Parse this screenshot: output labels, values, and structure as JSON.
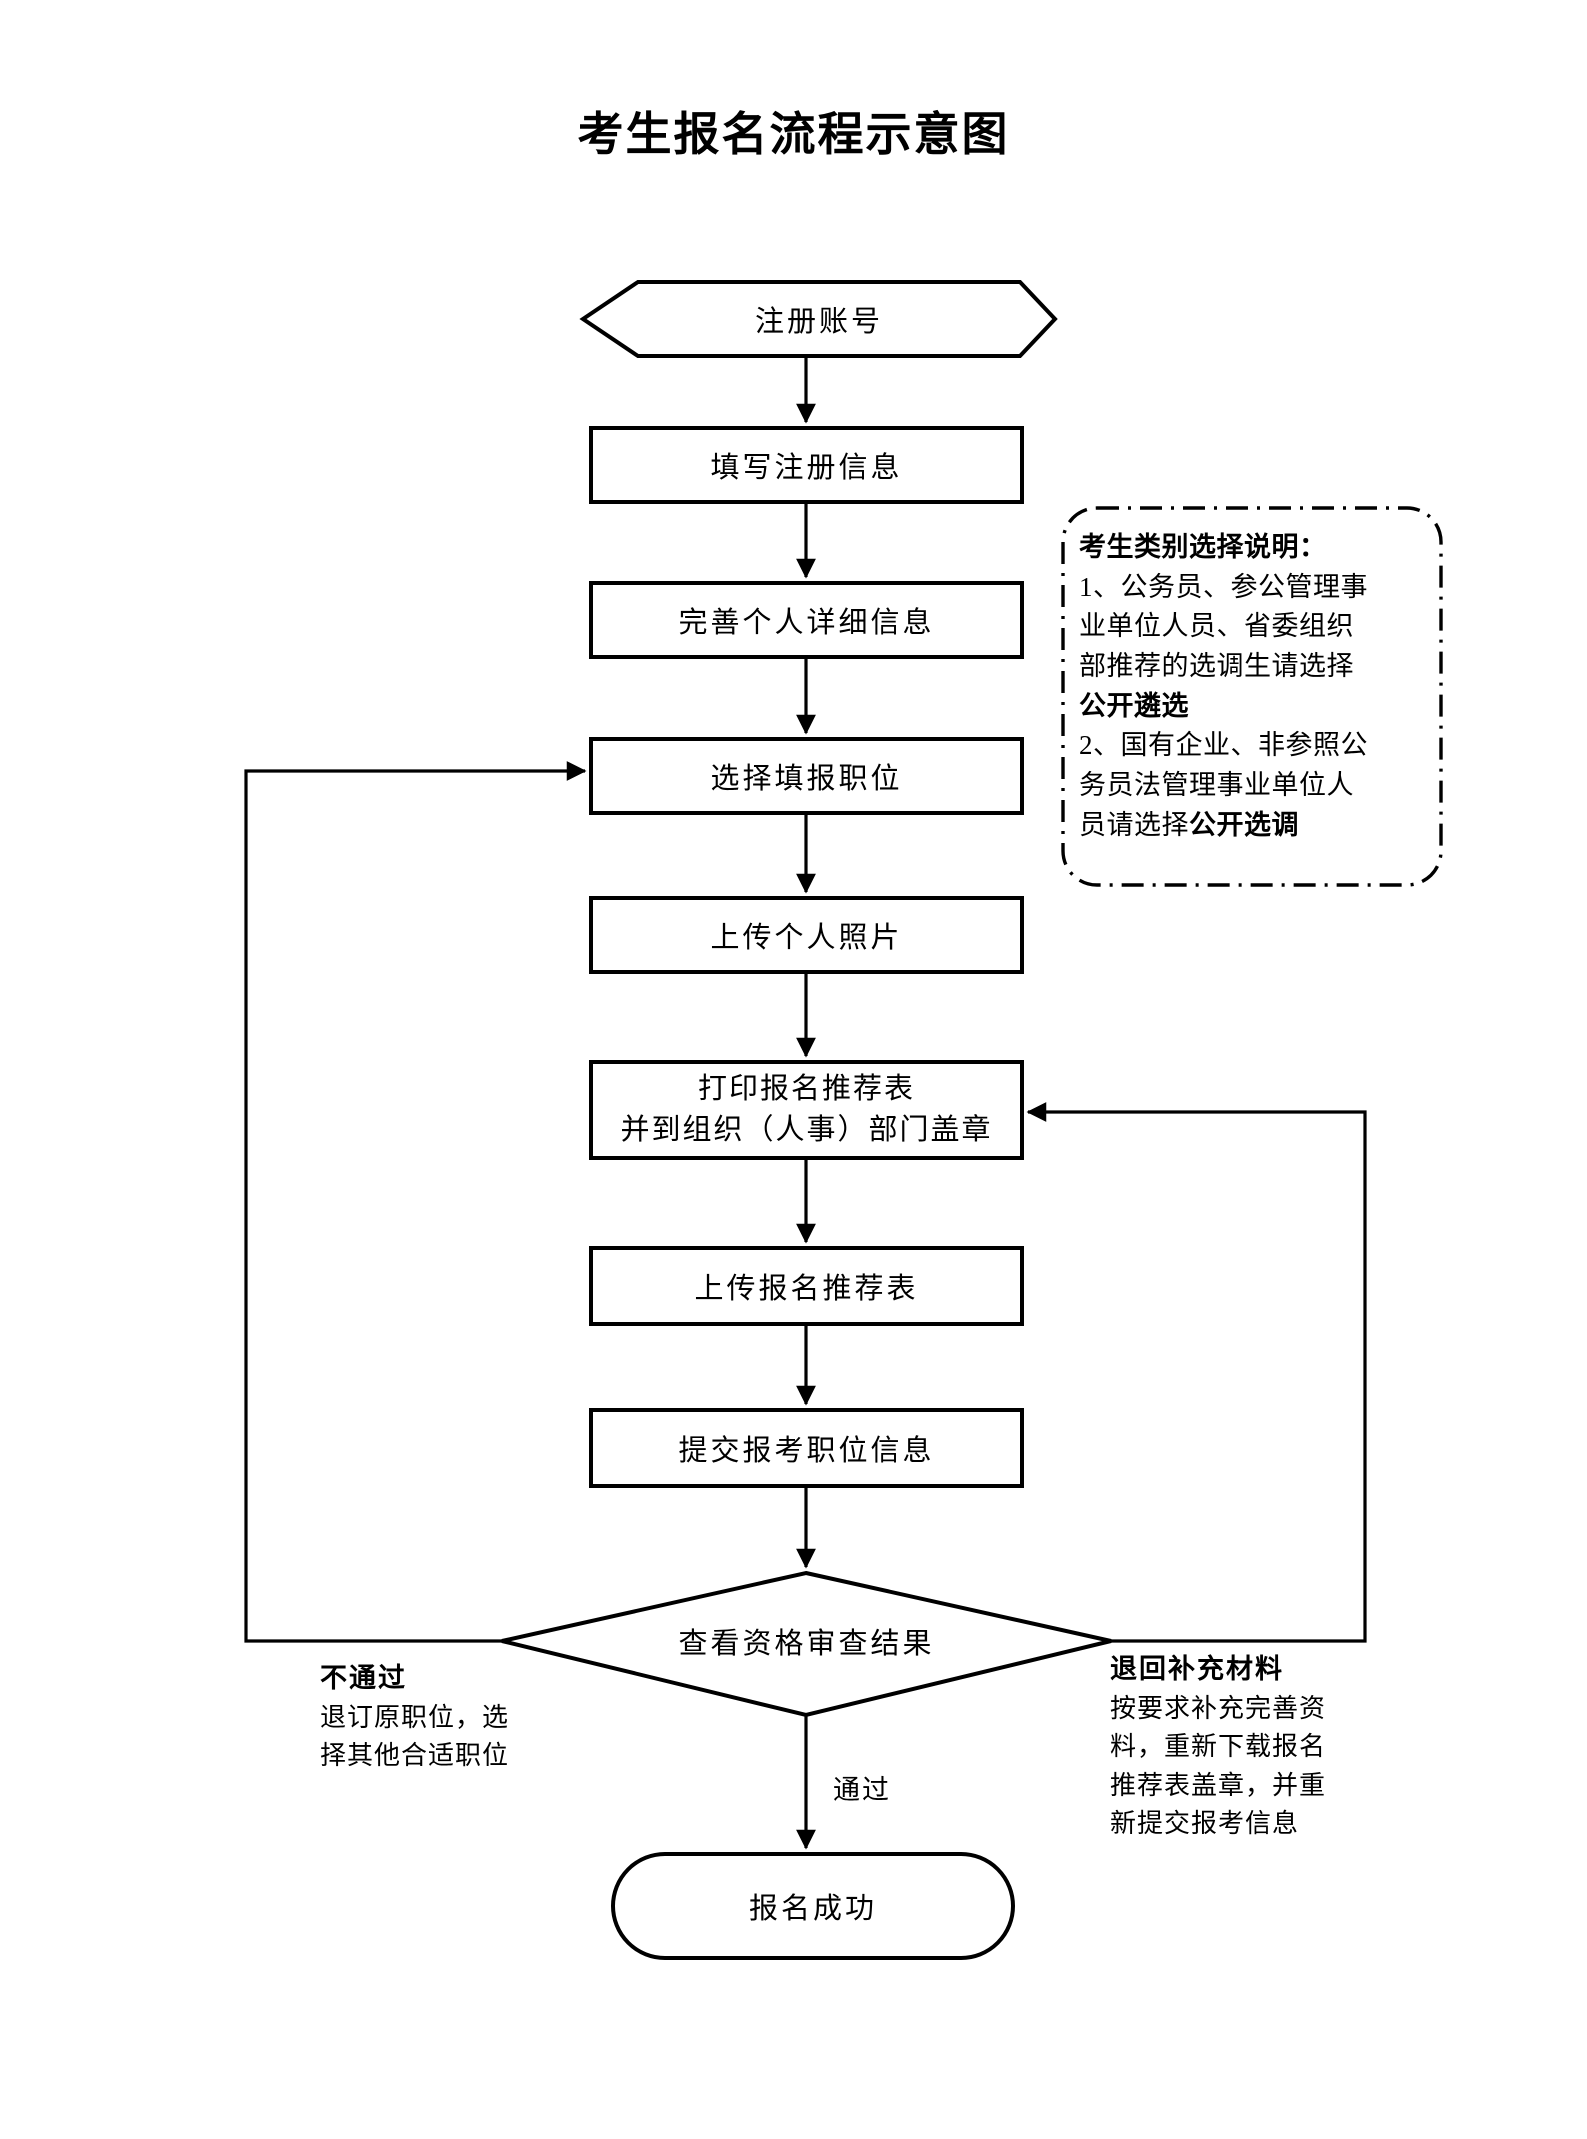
{
  "title": "考生报名流程示意图",
  "nodes": {
    "register": {
      "label": "注册账号",
      "shape": "hexagon"
    },
    "fill_register_info": {
      "label": "填写注册信息",
      "shape": "process"
    },
    "complete_personal_info": {
      "label": "完善个人详细信息",
      "shape": "process"
    },
    "choose_position": {
      "label": "选择填报职位",
      "shape": "process"
    },
    "upload_photo": {
      "label": "上传个人照片",
      "shape": "process"
    },
    "print_form": {
      "label_line1": "打印报名推荐表",
      "label_line2": "并到组织（人事）部门盖章",
      "shape": "process"
    },
    "upload_form": {
      "label": "上传报名推荐表",
      "shape": "process"
    },
    "submit_position_info": {
      "label": "提交报考职位信息",
      "shape": "process"
    },
    "review_result": {
      "label": "查看资格审查结果",
      "shape": "decision"
    },
    "success": {
      "label": "报名成功",
      "shape": "terminator"
    }
  },
  "edge_labels": {
    "pass": "通过"
  },
  "branches": {
    "fail": {
      "heading": "不通过",
      "lines": [
        "退订原职位，选",
        "择其他合适职位"
      ]
    },
    "returned": {
      "heading": "退回补充材料",
      "lines": [
        "按要求补充完善资",
        "料，重新下载报名",
        "推荐表盖章，并重",
        "新提交报考信息"
      ]
    }
  },
  "callout": {
    "heading": "考生类别选择说明：",
    "lines": [
      "1、公务员、参公管理事",
      "业单位人员、省委组织",
      "部推荐的选调生请选择"
    ],
    "emphasis_1": "公开遴选",
    "lines2": [
      "2、国有企业、非参照公",
      "务员法管理事业单位人"
    ],
    "line_mixed_prefix": "员请选择",
    "emphasis_2": "公开选调"
  },
  "colors": {
    "stroke": "#000000",
    "background": "#ffffff",
    "text": "#000000"
  }
}
